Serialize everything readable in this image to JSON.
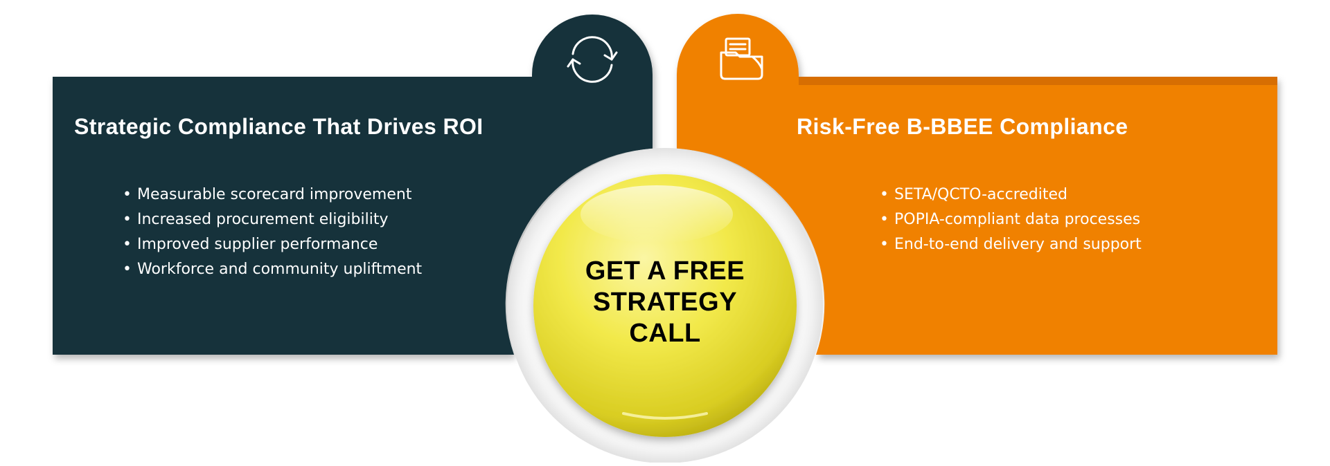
{
  "left_panel": {
    "title": "Strategic Compliance That Drives ROI",
    "icon": "refresh-icon",
    "color": "#15333a",
    "items": [
      "Measurable scorecard improvement",
      "Increased procurement eligibility",
      "Improved supplier performance",
      "Workforce and community upliftment"
    ]
  },
  "right_panel": {
    "title": "Risk-Free B-BBEE Compliance",
    "icon": "document-folder-icon",
    "color": "#f08105",
    "items": [
      "SETA/QCTO-accredited",
      "POPIA-compliant data processes",
      "End-to-end delivery and support"
    ]
  },
  "cta": {
    "lines": [
      "GET A FREE",
      "STRATEGY",
      "CALL"
    ],
    "color": "#f2e94a"
  }
}
